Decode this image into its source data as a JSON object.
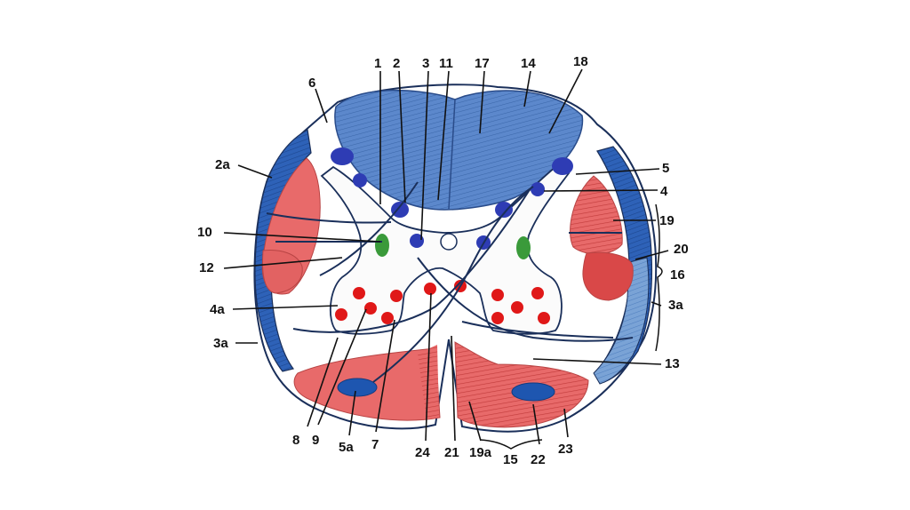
{
  "colors": {
    "dorsal_funiculus": "#5c88cc",
    "lateral_blue": "#2e62b8",
    "pale_blue": "#7aa3d6",
    "red_tract": "#e86a6a",
    "dark_red": "#d94848",
    "deep_blue_nucleus": "#2e3cb4",
    "red_nucleus": "#e01818",
    "green_nucleus": "#3a9a3a",
    "outline": "#1a2f5a"
  },
  "labels": [
    {
      "id": "1",
      "text": "1"
    },
    {
      "id": "2",
      "text": "2"
    },
    {
      "id": "3",
      "text": "3"
    },
    {
      "id": "11",
      "text": "11"
    },
    {
      "id": "17",
      "text": "17"
    },
    {
      "id": "14",
      "text": "14"
    },
    {
      "id": "18",
      "text": "18"
    },
    {
      "id": "6",
      "text": "6"
    },
    {
      "id": "2a",
      "text": "2a"
    },
    {
      "id": "10",
      "text": "10"
    },
    {
      "id": "12",
      "text": "12"
    },
    {
      "id": "4a",
      "text": "4a"
    },
    {
      "id": "3a_left",
      "text": "3a"
    },
    {
      "id": "5",
      "text": "5"
    },
    {
      "id": "4",
      "text": "4"
    },
    {
      "id": "19",
      "text": "19"
    },
    {
      "id": "20",
      "text": "20"
    },
    {
      "id": "16",
      "text": "16"
    },
    {
      "id": "3a_right",
      "text": "3a"
    },
    {
      "id": "13",
      "text": "13"
    },
    {
      "id": "8",
      "text": "8"
    },
    {
      "id": "9",
      "text": "9"
    },
    {
      "id": "5a",
      "text": "5a"
    },
    {
      "id": "7",
      "text": "7"
    },
    {
      "id": "24",
      "text": "24"
    },
    {
      "id": "21",
      "text": "21"
    },
    {
      "id": "19a",
      "text": "19a"
    },
    {
      "id": "15",
      "text": "15"
    },
    {
      "id": "22",
      "text": "22"
    },
    {
      "id": "23",
      "text": "23"
    }
  ]
}
